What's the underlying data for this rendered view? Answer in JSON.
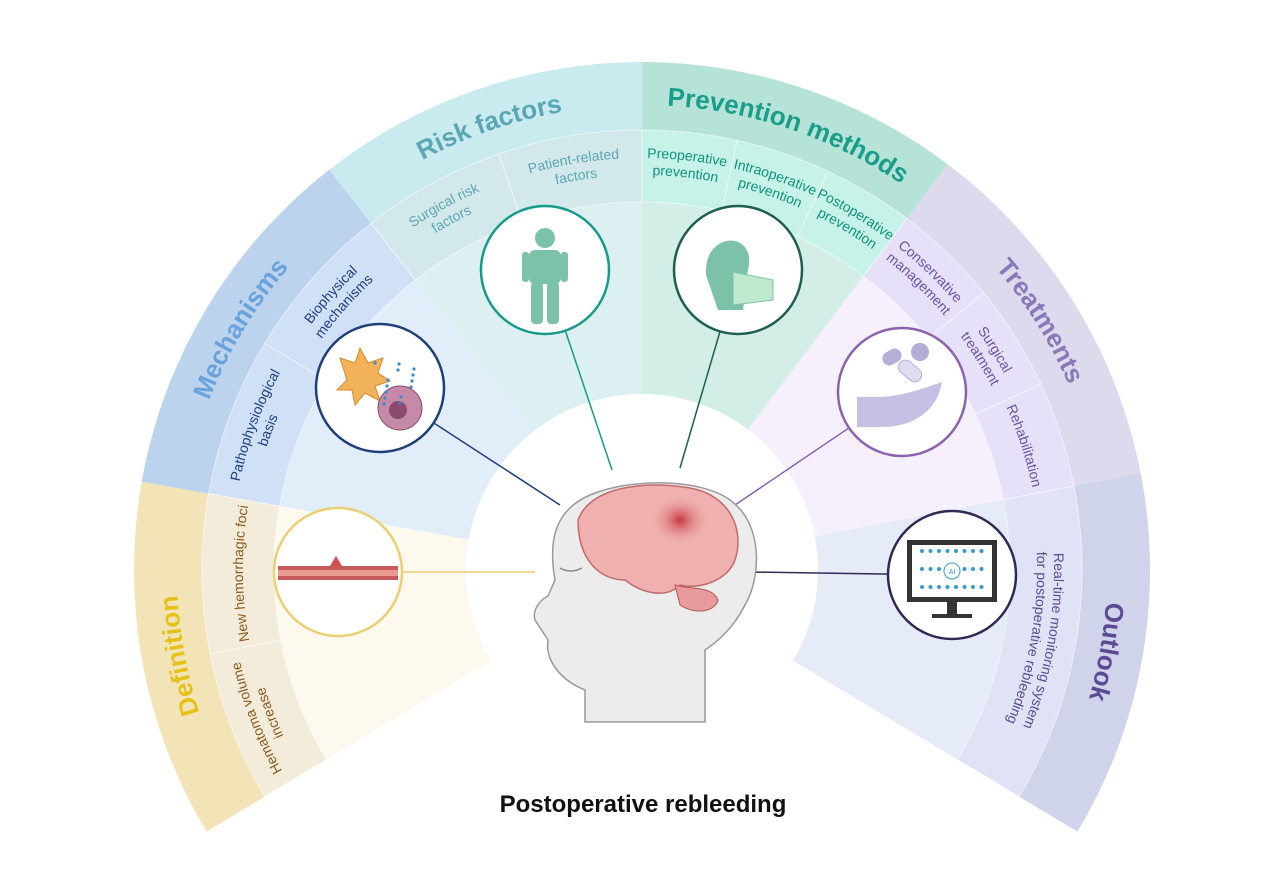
{
  "main_title": "Postoperative rebleeding",
  "sections": [
    {
      "key": "definition",
      "title": "Definition",
      "a1": -121,
      "a2": -80,
      "colors": {
        "outer": "#f3e4b8",
        "sub": "#f4ecda",
        "inner": "#fdf9ee",
        "title": "#e5c21a",
        "text": "#8a5a1e",
        "ring": "#ebcf72"
      },
      "subs": [
        {
          "lines": [
            "Hematoma volume",
            "increase"
          ],
          "a1": -121,
          "a2": -101
        },
        {
          "lines": [
            "New hemorrhagic foci"
          ],
          "a1": -101,
          "a2": -80
        }
      ],
      "icon": "blood-vessel-icon"
    },
    {
      "key": "mechanisms",
      "title": "Mechanisms",
      "a1": -80,
      "a2": -38,
      "colors": {
        "outer": "#bcd3ee",
        "sub": "#cfe0f7",
        "inner": "#e1edf9",
        "title": "#6aa3dc",
        "text": "#1f3f7a",
        "ring": "#1f3f7a"
      },
      "subs": [
        {
          "lines": [
            "Pathophysiological",
            "basis"
          ],
          "a1": -80,
          "a2": -59
        },
        {
          "lines": [
            "Biophysical",
            "mechanisms"
          ],
          "a1": -59,
          "a2": -38
        }
      ],
      "icon": "cells-icon"
    },
    {
      "key": "risk",
      "title": "Risk factors",
      "a1": -38,
      "a2": 0,
      "colors": {
        "outer": "#c9ebf0",
        "sub": "#d2e8ea",
        "inner": "#dcf0f2",
        "title": "#5ba6b4",
        "text": "#5ba6b4",
        "ring": "#169a8c"
      },
      "subs": [
        {
          "lines": [
            "Surgical risk",
            "factors"
          ],
          "a1": -38,
          "a2": -19
        },
        {
          "lines": [
            "Patient-related",
            "factors"
          ],
          "a1": -19,
          "a2": 0
        }
      ],
      "icon": "person-icon"
    },
    {
      "key": "prevention",
      "title": "Prevention methods",
      "a1": 0,
      "a2": 37,
      "colors": {
        "outer": "#b5e3d8",
        "sub": "#c6f2e8",
        "inner": "#d3ede7",
        "title": "#1a9d8a",
        "text": "#13917f",
        "ring": "#1d5e52"
      },
      "subs": [
        {
          "lines": [
            "Preoperative",
            "prevention"
          ],
          "a1": 0,
          "a2": 12.5
        },
        {
          "lines": [
            "Intraoperative",
            "prevention"
          ],
          "a1": 12.5,
          "a2": 25
        },
        {
          "lines": [
            "Postoperative",
            "prevention"
          ],
          "a1": 25,
          "a2": 37
        }
      ],
      "icon": "surgical-mask-icon"
    },
    {
      "key": "treatments",
      "title": "Treatments",
      "a1": 37,
      "a2": 79,
      "colors": {
        "outer": "#dedaee",
        "sub": "#e6e0f8",
        "inner": "#f5f0fc",
        "title": "#8a78b8",
        "text": "#6a55a0",
        "ring": "#8a62b0"
      },
      "subs": [
        {
          "lines": [
            "Conservative",
            "management"
          ],
          "a1": 37,
          "a2": 51
        },
        {
          "lines": [
            "Surgical",
            "treatment"
          ],
          "a1": 51,
          "a2": 65
        },
        {
          "lines": [
            "Rehabilitation"
          ],
          "a1": 65,
          "a2": 79
        }
      ],
      "icon": "pills-hand-icon"
    },
    {
      "key": "outlook",
      "title": "Outlook",
      "a1": 79,
      "a2": 121,
      "colors": {
        "outer": "#cfd4ea",
        "sub": "#dfe3f5",
        "inner": "#e6ebf8",
        "title": "#5c4a94",
        "text": "#5c4a94",
        "ring": "#2f2a55"
      },
      "subs": [
        {
          "lines": [
            "Real-time monitoring system",
            "for postoperative rebleeding"
          ],
          "a1": 79,
          "a2": 121
        }
      ],
      "icon": "ai-monitor-icon"
    }
  ],
  "monitor_label": "AI"
}
